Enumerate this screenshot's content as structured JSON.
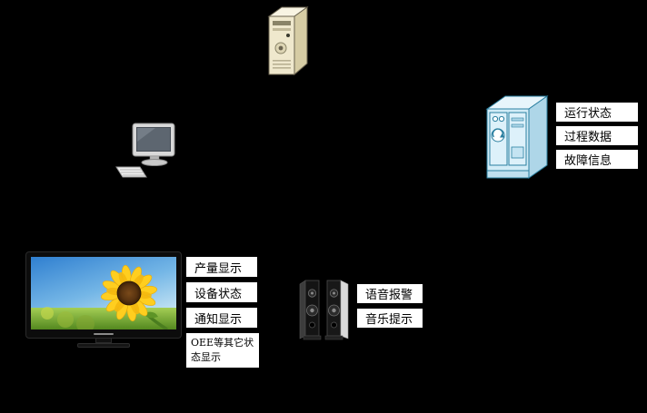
{
  "canvas": {
    "background": "#000000"
  },
  "machine_status": {
    "items": [
      {
        "label": "运行状态"
      },
      {
        "label": "过程数据"
      },
      {
        "label": "故障信息"
      }
    ]
  },
  "tv_display": {
    "items": [
      {
        "label": "产量显示"
      },
      {
        "label": "设备状态"
      },
      {
        "label": "通知显示"
      },
      {
        "label": "OEE等其它状态显示"
      }
    ]
  },
  "audio": {
    "items": [
      {
        "label": "语音报警"
      },
      {
        "label": "音乐提示"
      }
    ]
  },
  "icons": {
    "server": "server-tower-icon",
    "workstation": "desktop-computer-icon",
    "machine": "industrial-machine-icon",
    "tv": "tv-display-icon",
    "speakers": "speakers-icon"
  },
  "colors": {
    "background": "#000000",
    "label_bg": "#ffffff",
    "label_border": "#000000",
    "server_body": "#efe8cd",
    "machine_body": "#d2ecf7",
    "sunflower_petal": "#ffce1f",
    "sky": "#4a94d8",
    "grass": "#6aa82f"
  }
}
